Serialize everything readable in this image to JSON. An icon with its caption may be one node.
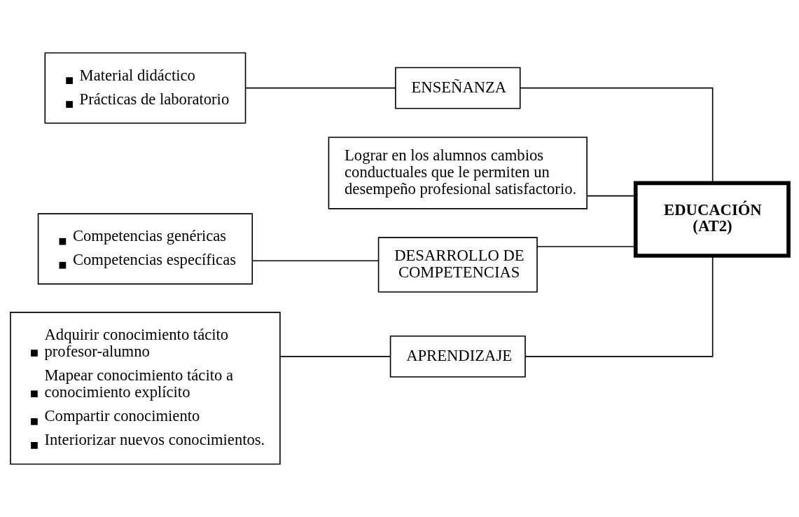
{
  "diagram": {
    "nodes": [
      {
        "text": [
          "Material didáctico",
          "Prácticas de laboratorio"
        ]
      },
      {
        "text": [
          "ENSEÑANZA"
        ]
      },
      {
        "text": [
          "Lograr en los alumnos cambios conductuales que le permiten un desempeño profesional satisfactorio."
        ]
      },
      {
        "text": [
          "EDUCACIÓN (AT2)"
        ]
      },
      {
        "text": [
          "Competencias genéricas",
          "Competencias específicas"
        ]
      },
      {
        "text": [
          "DESARROLLO DE COMPETENCIAS"
        ]
      },
      {
        "text": [
          "Adquirir conocimiento tácito profesor-alumno",
          "Mapear conocimiento tácito a conocimiento explícito",
          "Compartir conocimiento",
          "Interiorizar nuevos conocimientos."
        ]
      },
      {
        "text": [
          "APRENDIZAJE"
        ]
      }
    ],
    "edges": [
      {
        "from": 0,
        "to": 1,
        "arrow": "none"
      },
      {
        "from": 1,
        "to": 3,
        "arrow": "none"
      },
      {
        "from": 2,
        "to": 3,
        "arrow": "none"
      },
      {
        "from": 5,
        "to": 3,
        "arrow": "none"
      },
      {
        "from": 4,
        "to": 5,
        "arrow": "none"
      },
      {
        "from": 7,
        "to": 3,
        "arrow": "none"
      },
      {
        "from": 6,
        "to": 7,
        "arrow": "none"
      }
    ]
  }
}
